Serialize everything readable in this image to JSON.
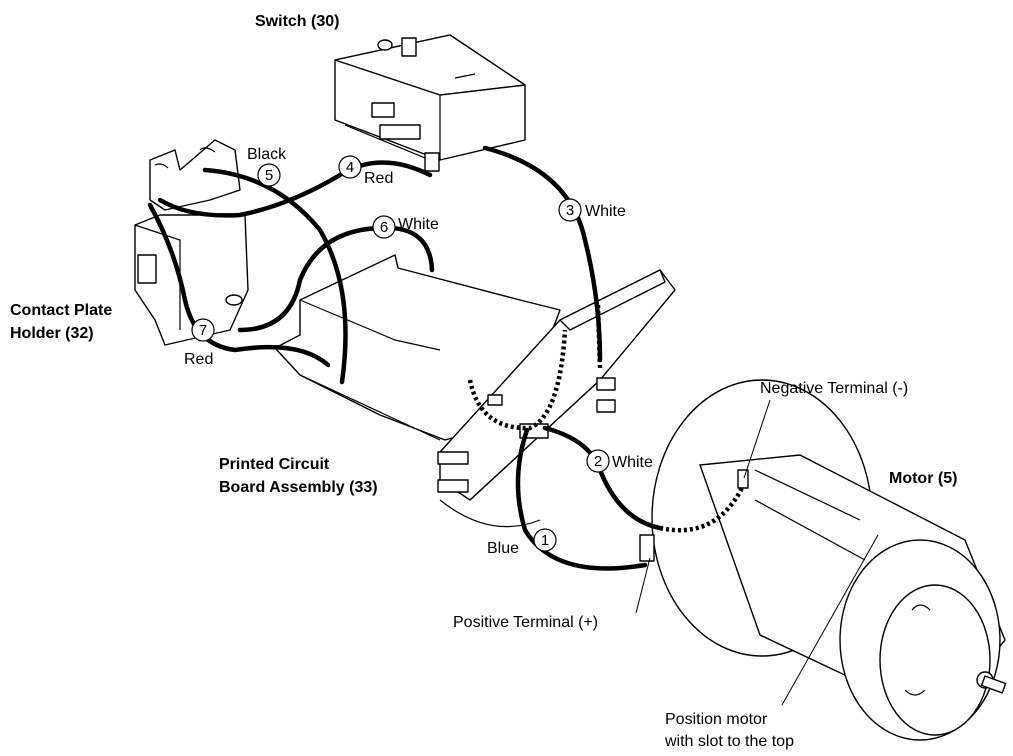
{
  "parts": {
    "switch": "Switch (30)",
    "contact_plate_line1": "Contact Plate",
    "contact_plate_line2": "Holder (32)",
    "pcb_line1": "Printed Circuit",
    "pcb_line2": "Board Assembly (33)",
    "motor": "Motor (5)"
  },
  "terminals": {
    "negative": "Negative Terminal (-)",
    "positive": "Positive Terminal (+)"
  },
  "note": {
    "line1": "Position motor",
    "line2": "with slot to the top"
  },
  "wires": [
    {
      "number": "1",
      "color": "Blue"
    },
    {
      "number": "2",
      "color": "White"
    },
    {
      "number": "3",
      "color": "White"
    },
    {
      "number": "4",
      "color": "Red"
    },
    {
      "number": "5",
      "color": "Black"
    },
    {
      "number": "6",
      "color": "White"
    },
    {
      "number": "7",
      "color": "Red"
    }
  ]
}
